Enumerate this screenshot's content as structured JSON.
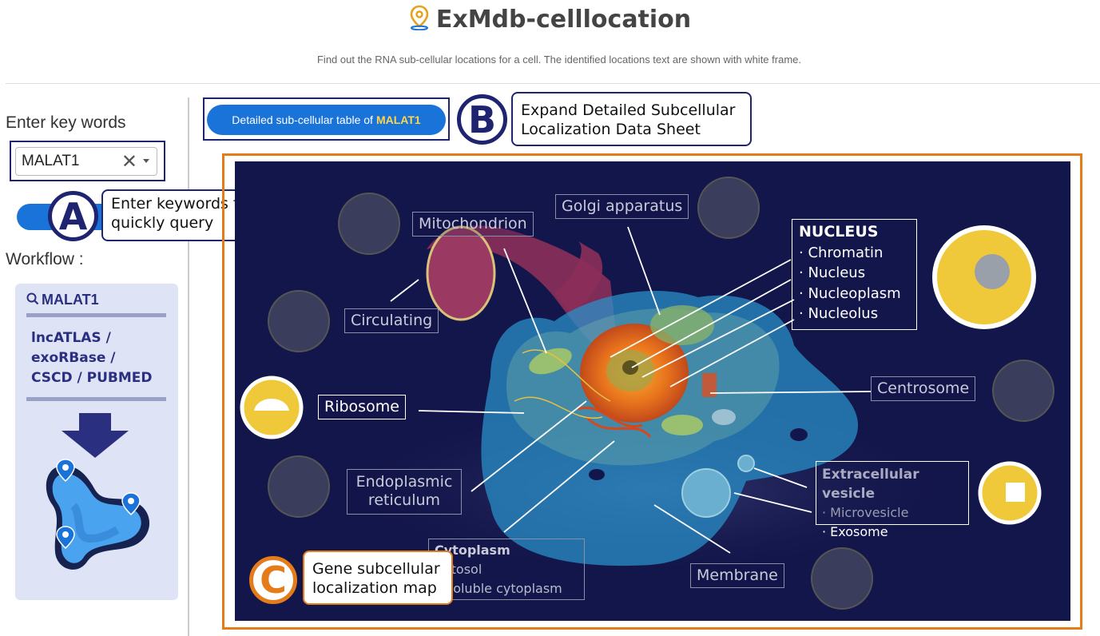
{
  "app": {
    "title": "ExMdb-celllocation",
    "subtitle": "Find out the RNA sub-cellular locations for a cell. The identified locations text are shown with white frame."
  },
  "sidebar": {
    "keywords_label": "Enter key words",
    "keyword_value": "MALAT1",
    "workflow_label": "Workflow :",
    "workflow": {
      "query_text": "MALAT1",
      "sources": [
        "lncATLAS /",
        "exoRBase /",
        "CSCD / PUBMED"
      ]
    }
  },
  "main": {
    "detail_button_prefix": "Detailed sub-cellular table of",
    "detail_button_gene": "MALAT1"
  },
  "callouts": {
    "a_letter": "A",
    "a_text_1": "Enter keywords for",
    "a_text_2": "quickly query",
    "b_letter": "B",
    "b_text_1": "Expand Detailed Subcellular",
    "b_text_2": "Localization Data Sheet",
    "c_letter": "C",
    "c_text_1": "Gene subcellular",
    "c_text_2": "localization map"
  },
  "map": {
    "golgi": "Golgi apparatus",
    "mitochondrion": "Mitochondrion",
    "circulating": "Circulating",
    "ribosome": "Ribosome",
    "endoplasmic_1": "Endoplasmic",
    "endoplasmic_2": "reticulum",
    "centrosome": "Centrosome",
    "membrane": "Membrane",
    "nucleus": {
      "head": "NUCLEUS",
      "items": [
        "· Chromatin",
        "· Nucleus",
        "· Nucleoplasm",
        "· Nucleolus"
      ]
    },
    "extracellular": {
      "head": "Extracellular vesicle",
      "microvesicle": "· Microvesicle",
      "exosome": "· Exosome"
    },
    "cytoplasm": {
      "head": "Cytoplasm",
      "items": [
        "Cytosol",
        "Insoluble cytoplasm"
      ]
    }
  },
  "colors": {
    "accent_blue": "#1a73d9",
    "navy": "#1f2470",
    "orange": "#e47c1a",
    "map_bg": "#13164a",
    "highlight_yellow": "#f0c93a"
  },
  "icons": [
    "location-pin-icon",
    "clear-icon",
    "caret-down-icon",
    "search-icon",
    "arrow-down-icon"
  ]
}
